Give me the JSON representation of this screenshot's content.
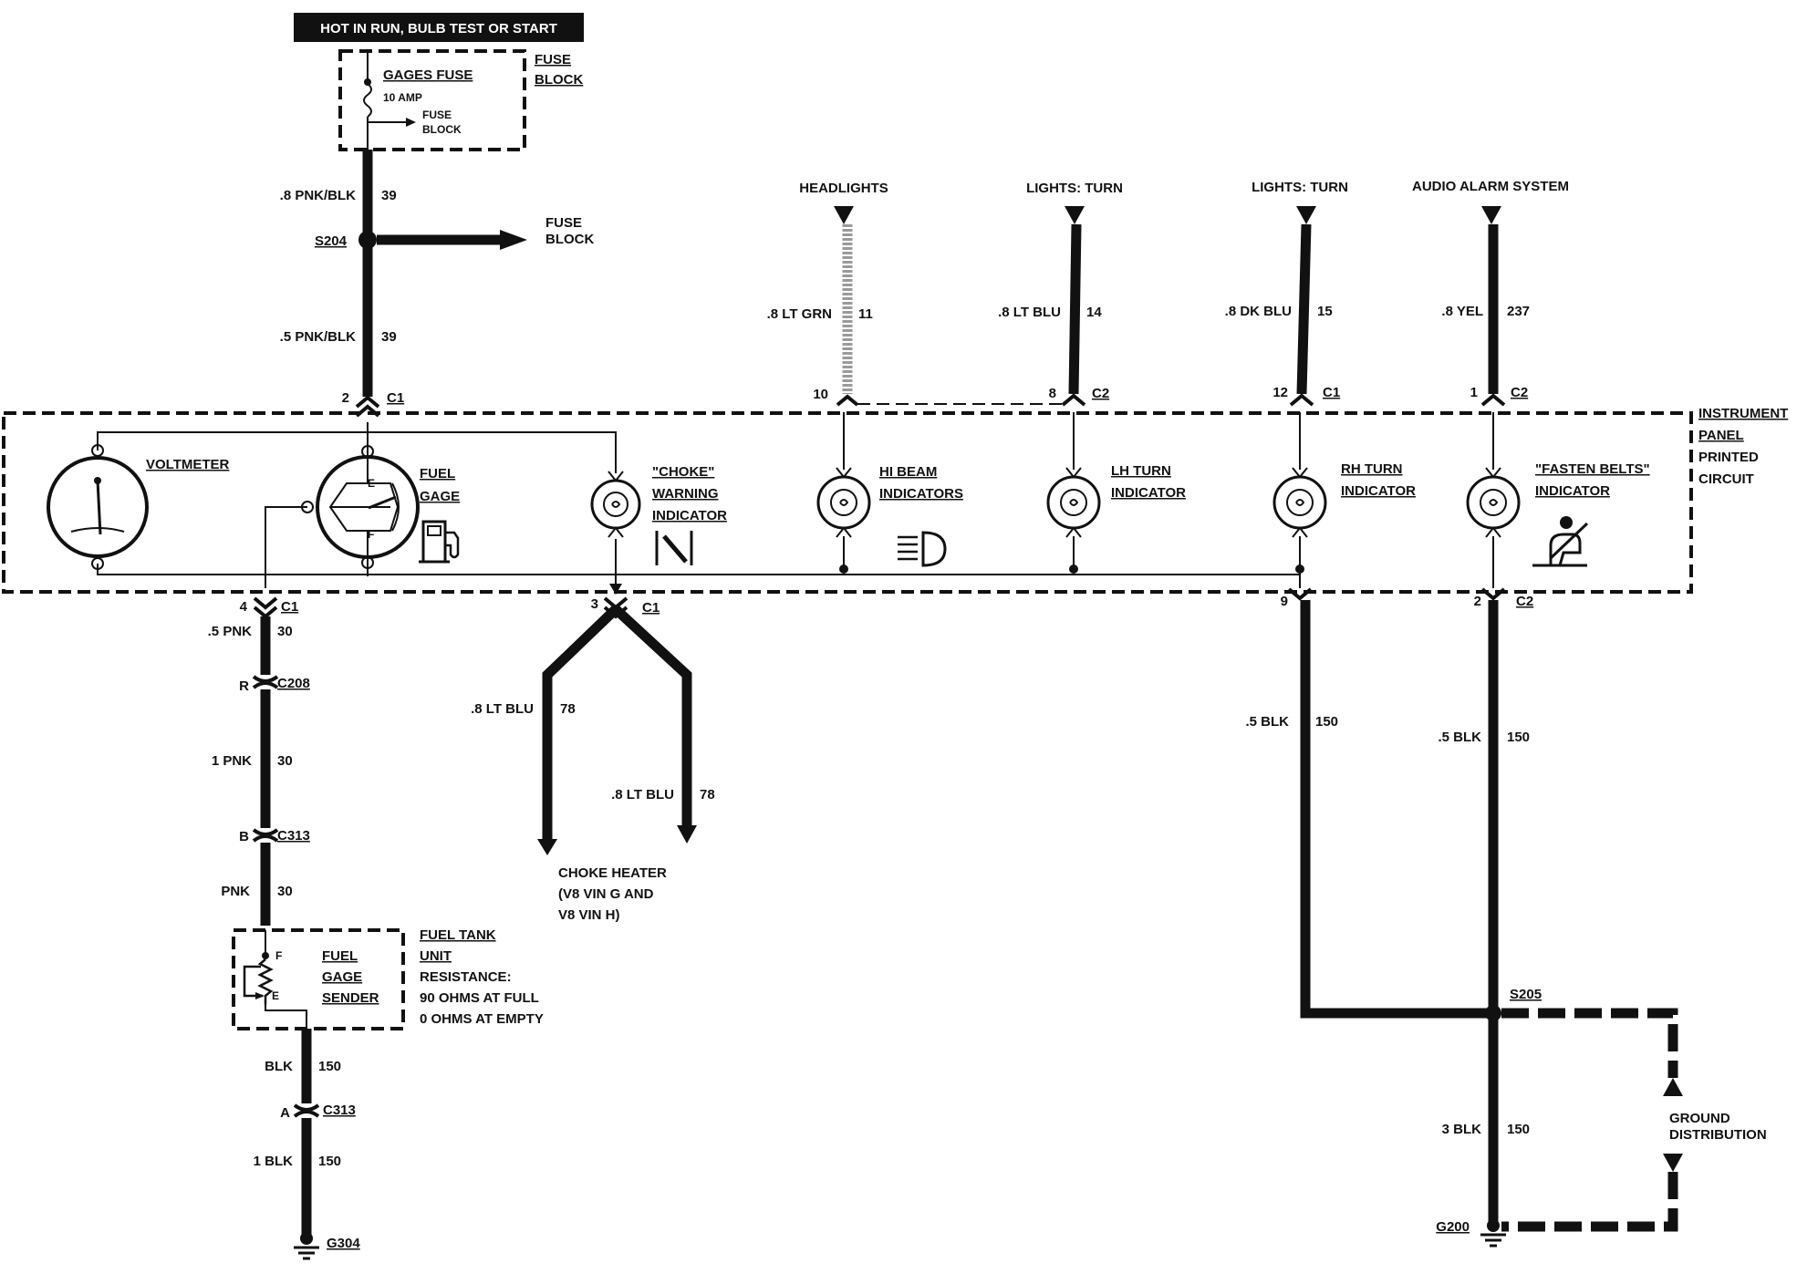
{
  "supply": {
    "header": "HOT IN RUN, BULB TEST OR START",
    "fuse_block_label": [
      "FUSE",
      "BLOCK"
    ],
    "fuse_name": "GAGES FUSE",
    "fuse_rating": "10 AMP",
    "fuse_block_inner": [
      "FUSE",
      "BLOCK"
    ]
  },
  "wires": {
    "w39a": {
      "size_color": ".8 PNK/BLK",
      "circuit": "39"
    },
    "w39b": {
      "size_color": ".5 PNK/BLK",
      "circuit": "39"
    },
    "w11": {
      "size_color": ".8 LT GRN",
      "circuit": "11"
    },
    "w14": {
      "size_color": ".8 LT BLU",
      "circuit": "14"
    },
    "w15": {
      "size_color": ".8 DK BLU",
      "circuit": "15"
    },
    "w237": {
      "size_color": ".8 YEL",
      "circuit": "237"
    },
    "w30a": {
      "size_color": ".5 PNK",
      "circuit": "30"
    },
    "w30b": {
      "size_color": "1 PNK",
      "circuit": "30"
    },
    "w30c": {
      "size_color": "PNK",
      "circuit": "30"
    },
    "w78a": {
      "size_color": ".8 LT BLU",
      "circuit": "78"
    },
    "w78b": {
      "size_color": ".8 LT BLU",
      "circuit": "78"
    },
    "w150a": {
      "size_color": "BLK",
      "circuit": "150"
    },
    "w150b": {
      "size_color": "1 BLK",
      "circuit": "150"
    },
    "w150c": {
      "size_color": ".5 BLK",
      "circuit": "150"
    },
    "w150d": {
      "size_color": ".5 BLK",
      "circuit": "150"
    },
    "w150e": {
      "size_color": "3 BLK",
      "circuit": "150"
    }
  },
  "splices": {
    "s204": "S204",
    "s204_dest": [
      "FUSE",
      "BLOCK"
    ],
    "s205": "S205"
  },
  "sources": {
    "headlights": "HEADLIGHTS",
    "lights_turn_lh": "LIGHTS: TURN",
    "lights_turn_rh": "LIGHTS: TURN",
    "audio_alarm": "AUDIO ALARM SYSTEM"
  },
  "connectors": {
    "c1_top_pin": "2",
    "c1_top": "C1",
    "hb_pin": "10",
    "lh_pin": "8",
    "lh_conn": "C2",
    "rh_pin": "12",
    "rh_conn": "C1",
    "fb_pin": "1",
    "fb_conn": "C2",
    "fuel_pin": "4",
    "fuel_conn": "C1",
    "choke_pin": "3",
    "choke_conn": "C1",
    "gnd_pin_rh": "9",
    "gnd_pin_fb": "2",
    "gnd_conn_fb": "C2",
    "c208_pin": "R",
    "c208": "C208",
    "c313_pin_b": "B",
    "c313_b": "C313",
    "c313_pin_a": "A",
    "c313_a": "C313"
  },
  "panel": {
    "label": [
      "INSTRUMENT",
      "PANEL",
      "PRINTED",
      "CIRCUIT"
    ],
    "voltmeter": "VOLTMETER",
    "fuel_gage": [
      "FUEL",
      "GAGE"
    ],
    "gage_e": "E",
    "gage_f": "F",
    "choke_indicator": [
      "\"CHOKE\"",
      "WARNING",
      "INDICATOR"
    ],
    "hi_beam": [
      "HI BEAM",
      "INDICATORS"
    ],
    "lh_turn": [
      "LH TURN",
      "INDICATOR"
    ],
    "rh_turn": [
      "RH TURN",
      "INDICATOR"
    ],
    "fasten_belts": [
      "\"FASTEN BELTS\"",
      "INDICATOR"
    ]
  },
  "choke_heater": [
    "CHOKE HEATER",
    "(V8 VIN G AND",
    "V8 VIN H)"
  ],
  "sender": {
    "tank_label": [
      "FUEL TANK",
      "UNIT"
    ],
    "name": [
      "FUEL",
      "GAGE",
      "SENDER"
    ],
    "pin_f": "F",
    "pin_e": "E",
    "resistance": [
      "RESISTANCE:",
      "90 OHMS AT FULL",
      "0 OHMS AT EMPTY"
    ]
  },
  "grounds": {
    "g304": "G304",
    "g200": "G200",
    "ground_distribution": [
      "GROUND",
      "DISTRIBUTION"
    ]
  }
}
